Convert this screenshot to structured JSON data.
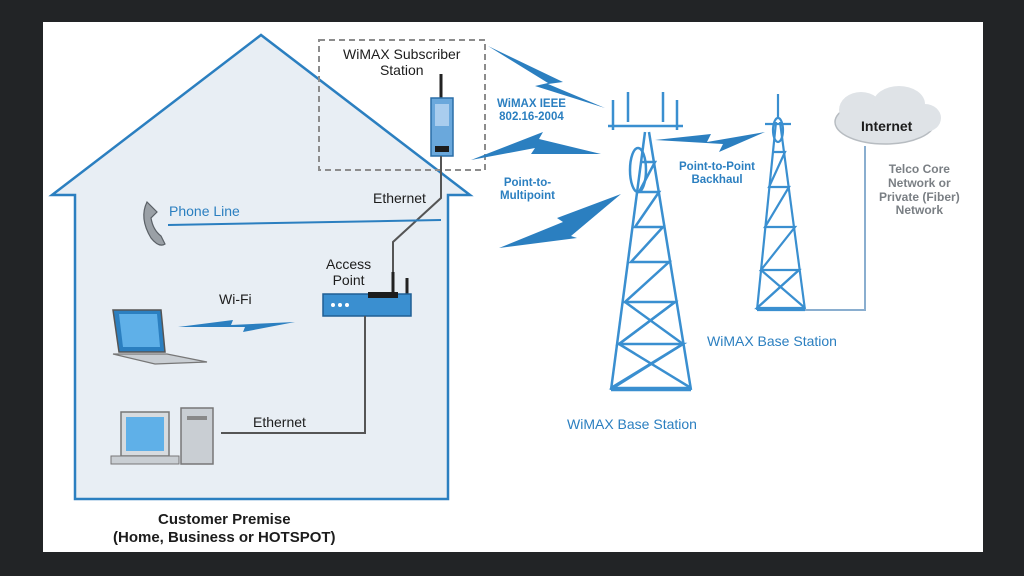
{
  "labels": {
    "subscriber_station": [
      "WiMAX Subscriber",
      "Station"
    ],
    "ieee": [
      "WiMAX IEEE",
      "802.16-2004"
    ],
    "ethernet_top": "Ethernet",
    "phone_line": "Phone Line",
    "point_to_multipoint": [
      "Point-to-",
      "Multipoint"
    ],
    "access_point": [
      "Access",
      "Point"
    ],
    "wifi": "Wi-Fi",
    "ethernet_bottom": "Ethernet",
    "customer_premise": [
      "Customer Premise",
      "(Home, Business or HOTSPOT)"
    ],
    "base_station_main": "WiMAX Base Station",
    "base_station_secondary": "WiMAX Base Station",
    "backhaul": [
      "Point-to-Point",
      "Backhaul"
    ],
    "internet": "Internet",
    "telco": [
      "Telco Core",
      "Network or",
      "Private (Fiber)",
      "Network"
    ]
  },
  "colors": {
    "house_fill": "#e8eef4",
    "house_stroke": "#2b7fc0",
    "accent_blue": "#2b7fc0",
    "tower_blue": "#3a8fd0",
    "background": "#222426"
  },
  "icons": [
    "phone-icon",
    "laptop-icon",
    "desktop-icon",
    "access-point-icon",
    "subscriber-station-icon",
    "cloud-icon",
    "lightning-icon",
    "tower-icon"
  ]
}
